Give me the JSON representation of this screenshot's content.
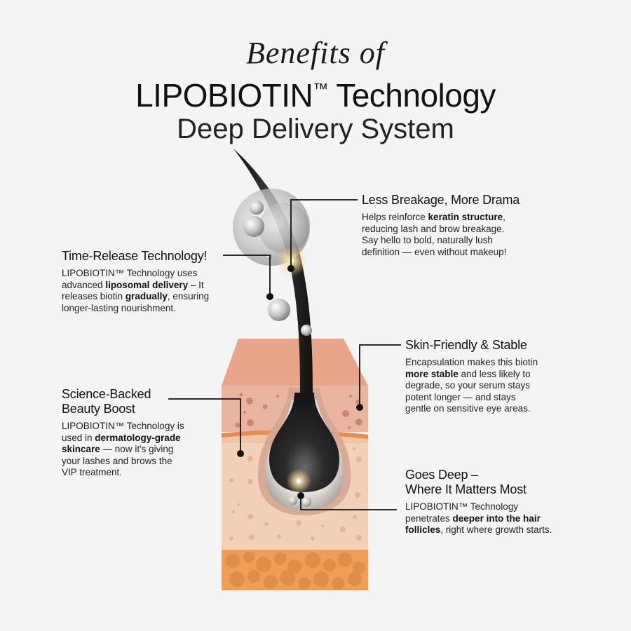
{
  "title": {
    "line1": "Benefits of",
    "line2_brand": "LIPOBIOTIN",
    "line2_tm": "™",
    "line2_rest": " Technology",
    "line3": "Deep Delivery System"
  },
  "callouts": [
    {
      "id": "less-breakage",
      "heading": "Less Breakage, More Drama",
      "body": [
        {
          "t": "Helps reinforce "
        },
        {
          "t": "keratin structure",
          "b": true
        },
        {
          "t": ",\nreducing lash and brow breakage.\nSay hello to bold, naturally lush\ndefinition — even without makeup!"
        }
      ]
    },
    {
      "id": "time-release",
      "heading": "Time-Release Technology!",
      "body": [
        {
          "t": "LIPOBIOTIN™ Technology uses\nadvanced "
        },
        {
          "t": "liposomal delivery",
          "b": true
        },
        {
          "t": " – It\nreleases biotin "
        },
        {
          "t": "gradually",
          "b": true
        },
        {
          "t": ", ensuring\nlonger-lasting nourishment."
        }
      ]
    },
    {
      "id": "skin-friendly",
      "heading": "Skin-Friendly & Stable",
      "body": [
        {
          "t": "Encapsulation makes this biotin\n"
        },
        {
          "t": "more stable",
          "b": true
        },
        {
          "t": " and less likely to\ndegrade, so your serum stays\npotent longer — and stays\ngentle on sensitive eye areas."
        }
      ]
    },
    {
      "id": "science-backed",
      "heading": "Science-Backed\nBeauty Boost",
      "body": [
        {
          "t": "LIPOBIOTIN™ Technology is\nused in "
        },
        {
          "t": "dermatology-grade\nskincare",
          "b": true
        },
        {
          "t": " — now it's giving\nyour lashes and brows the\nVIP treatment."
        }
      ]
    },
    {
      "id": "goes-deep",
      "heading": "Goes Deep –\nWhere It Matters Most",
      "body": [
        {
          "t": "LIPOBIOTIN™ Technology\npenetrates "
        },
        {
          "t": "deeper into the hair\nfollicles",
          "b": true
        },
        {
          "t": ", right where growth starts."
        }
      ]
    }
  ],
  "colors": {
    "background": "#f4f4f4",
    "epidermis_top": "#e8a58c",
    "epidermis": "#eab5a0",
    "basal_line": "#e98a4f",
    "dermis": "#f3d0b8",
    "fat_layer": "#ef9f55",
    "fat_cells": "#e08a45",
    "hair": "#1d1d1d",
    "connector": "#111111"
  }
}
